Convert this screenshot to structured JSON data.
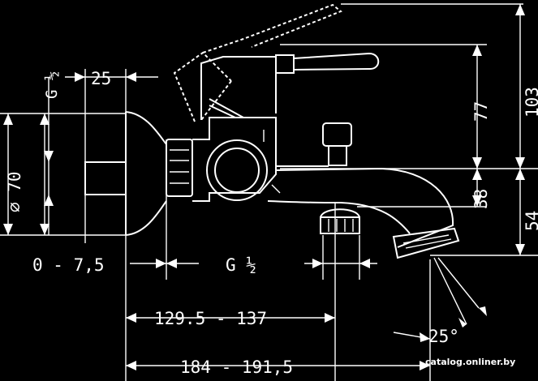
{
  "dimensions": {
    "width_25": "25",
    "thread_left": "G ½",
    "diameter_70": "∅ 70",
    "range_0_7_5": "0 - 7,5",
    "thread_bottom": "G ½",
    "range_129_137": "129.5 - 137",
    "range_184_191": "184 - 191,5",
    "angle_25": "25°",
    "height_103": "103",
    "height_77": "77",
    "height_38": "38",
    "height_54": "54"
  },
  "watermark": "catalog.onliner.by"
}
